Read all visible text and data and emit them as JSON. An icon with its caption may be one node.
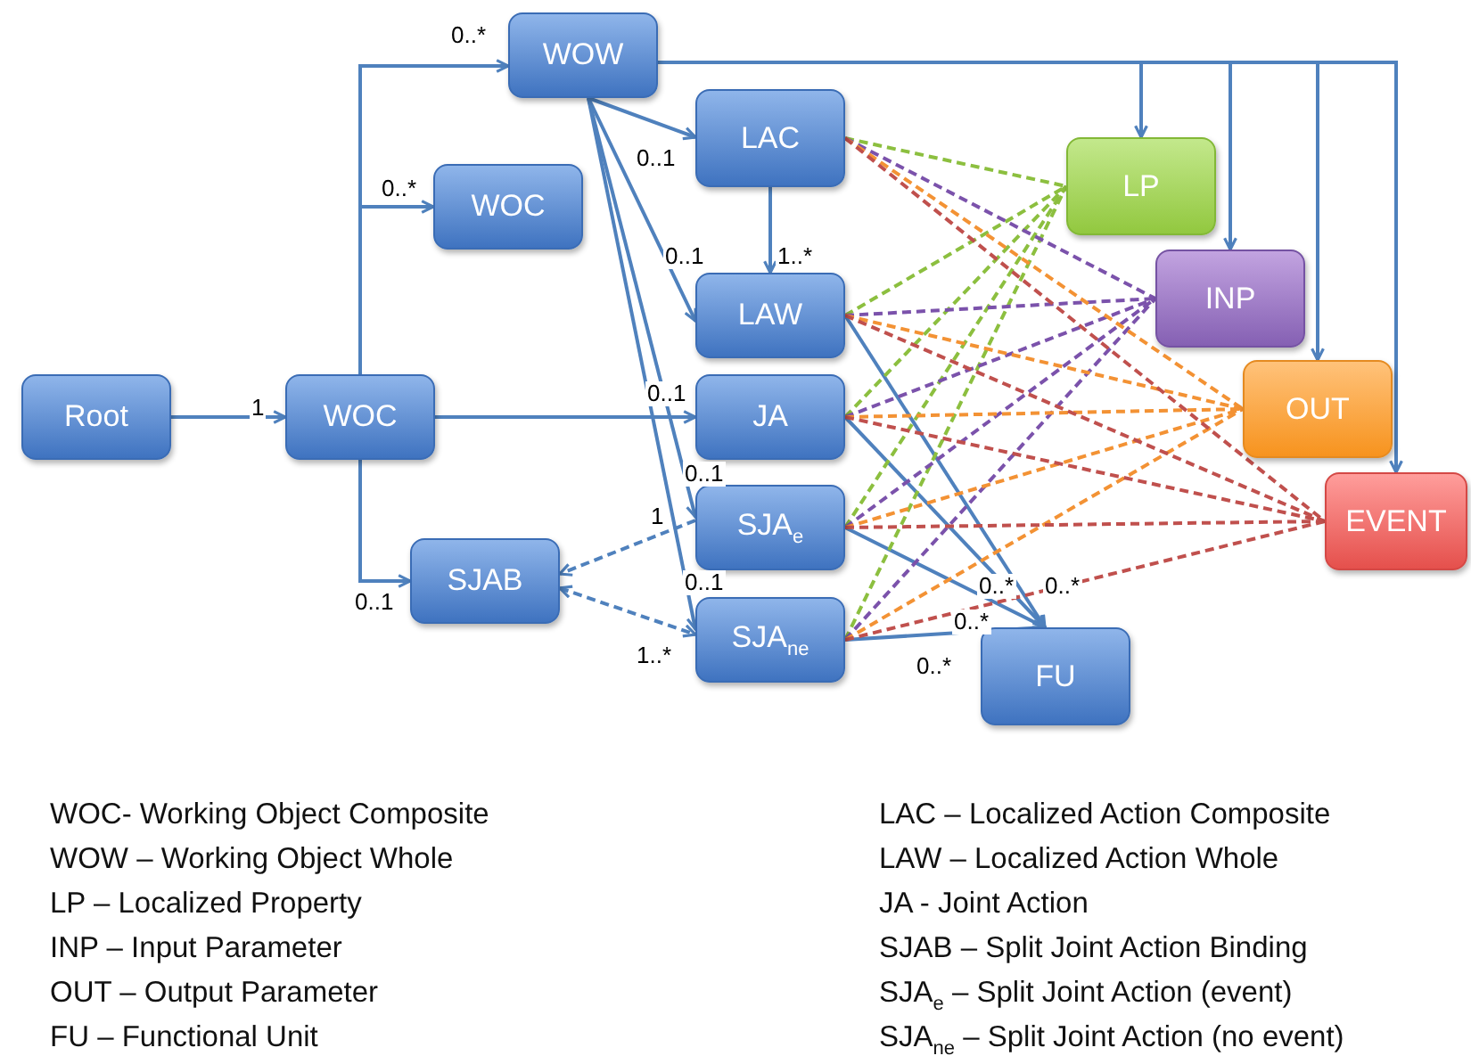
{
  "diagram": {
    "nodes": [
      {
        "text": [
          "Root"
        ]
      },
      {
        "text": [
          "WOC"
        ]
      },
      {
        "text": [
          "WOW"
        ]
      },
      {
        "text": [
          "WOC"
        ]
      },
      {
        "text": [
          "SJAB"
        ]
      },
      {
        "text": [
          "LAC"
        ]
      },
      {
        "text": [
          "LAW"
        ]
      },
      {
        "text": [
          "JA"
        ]
      },
      {
        "text": [
          "SJA$_{e}$"
        ]
      },
      {
        "text": [
          "SJA$_{ne}$"
        ]
      },
      {
        "text": [
          "LP"
        ]
      },
      {
        "text": [
          "INP"
        ]
      },
      {
        "text": [
          "OUT"
        ]
      },
      {
        "text": [
          "EVENT"
        ]
      },
      {
        "text": [
          "FU"
        ]
      }
    ],
    "edges": [
      {
        "from": 0,
        "to": 1,
        "arrow": "to",
        "label": "1"
      },
      {
        "from": 1,
        "to": 2,
        "arrow": "to",
        "label": "0..*"
      },
      {
        "from": 1,
        "to": 3,
        "arrow": "to",
        "label": "0..*"
      },
      {
        "from": 1,
        "to": 4,
        "arrow": "to",
        "label": "0..1"
      },
      {
        "from": 1,
        "to": 7,
        "arrow": "to",
        "label": "0..1"
      },
      {
        "from": 2,
        "to": 5,
        "arrow": "to",
        "label": "0..1"
      },
      {
        "from": 2,
        "to": 6,
        "arrow": "to",
        "label": "0..1"
      },
      {
        "from": 2,
        "to": 8,
        "arrow": "to",
        "label": "0..1"
      },
      {
        "from": 2,
        "to": 9,
        "arrow": "to",
        "label": "0..1"
      },
      {
        "from": 5,
        "to": 6,
        "arrow": "to",
        "label": "1..*"
      },
      {
        "from": 8,
        "to": 4,
        "arrow": "to",
        "label": "1",
        "style": "dashed"
      },
      {
        "from": 4,
        "to": 9,
        "arrow": "both",
        "label": "1..*",
        "style": "dashed"
      },
      {
        "from": 2,
        "to": 10,
        "arrow": "to"
      },
      {
        "from": 2,
        "to": 11,
        "arrow": "to"
      },
      {
        "from": 2,
        "to": 12,
        "arrow": "to"
      },
      {
        "from": 2,
        "to": 13,
        "arrow": "to"
      },
      {
        "from": 6,
        "to": 14,
        "arrow": "to",
        "label": "0..*"
      },
      {
        "from": 7,
        "to": 14,
        "arrow": "to",
        "label": "0..*"
      },
      {
        "from": 8,
        "to": 14,
        "arrow": "to",
        "label": "0..*"
      },
      {
        "from": 9,
        "to": 14,
        "arrow": "to",
        "label": "0..*"
      },
      {
        "from": 5,
        "to": 10,
        "arrow": "none",
        "style": "dashed",
        "color": "#8cbf3f"
      },
      {
        "from": 6,
        "to": 10,
        "arrow": "none",
        "style": "dashed",
        "color": "#8cbf3f"
      },
      {
        "from": 7,
        "to": 10,
        "arrow": "none",
        "style": "dashed",
        "color": "#8cbf3f"
      },
      {
        "from": 8,
        "to": 10,
        "arrow": "none",
        "style": "dashed",
        "color": "#8cbf3f"
      },
      {
        "from": 9,
        "to": 10,
        "arrow": "none",
        "style": "dashed",
        "color": "#8cbf3f"
      },
      {
        "from": 5,
        "to": 11,
        "arrow": "none",
        "style": "dashed",
        "color": "#7b52ab"
      },
      {
        "from": 6,
        "to": 11,
        "arrow": "none",
        "style": "dashed",
        "color": "#7b52ab"
      },
      {
        "from": 7,
        "to": 11,
        "arrow": "none",
        "style": "dashed",
        "color": "#7b52ab"
      },
      {
        "from": 8,
        "to": 11,
        "arrow": "none",
        "style": "dashed",
        "color": "#7b52ab"
      },
      {
        "from": 9,
        "to": 11,
        "arrow": "none",
        "style": "dashed",
        "color": "#7b52ab"
      },
      {
        "from": 5,
        "to": 12,
        "arrow": "none",
        "style": "dashed",
        "color": "#f39234"
      },
      {
        "from": 6,
        "to": 12,
        "arrow": "none",
        "style": "dashed",
        "color": "#f39234"
      },
      {
        "from": 7,
        "to": 12,
        "arrow": "none",
        "style": "dashed",
        "color": "#f39234"
      },
      {
        "from": 8,
        "to": 12,
        "arrow": "none",
        "style": "dashed",
        "color": "#f39234"
      },
      {
        "from": 9,
        "to": 12,
        "arrow": "none",
        "style": "dashed",
        "color": "#f39234"
      },
      {
        "from": 5,
        "to": 13,
        "arrow": "none",
        "style": "dashed",
        "color": "#c0504d"
      },
      {
        "from": 6,
        "to": 13,
        "arrow": "none",
        "style": "dashed",
        "color": "#c0504d"
      },
      {
        "from": 7,
        "to": 13,
        "arrow": "none",
        "style": "dashed",
        "color": "#c0504d"
      },
      {
        "from": 8,
        "to": 13,
        "arrow": "none",
        "style": "dashed",
        "color": "#c0504d"
      },
      {
        "from": 9,
        "to": 13,
        "arrow": "none",
        "style": "dashed",
        "color": "#c0504d"
      }
    ],
    "labels": [
      "WOC- Working Object Composite",
      "WOW – Working Object Whole",
      "LP – Localized Property",
      "INP – Input Parameter",
      "OUT – Output Parameter",
      "FU – Functional Unit",
      "LAC – Localized Action Composite",
      "LAW – Localized Action Whole",
      "JA - Joint Action",
      "SJAB – Split Joint Action Binding",
      "SJA$_{e}$ – Split Joint Action (event)",
      "SJA$_{ne}$ – Split Joint Action (no event)"
    ]
  }
}
